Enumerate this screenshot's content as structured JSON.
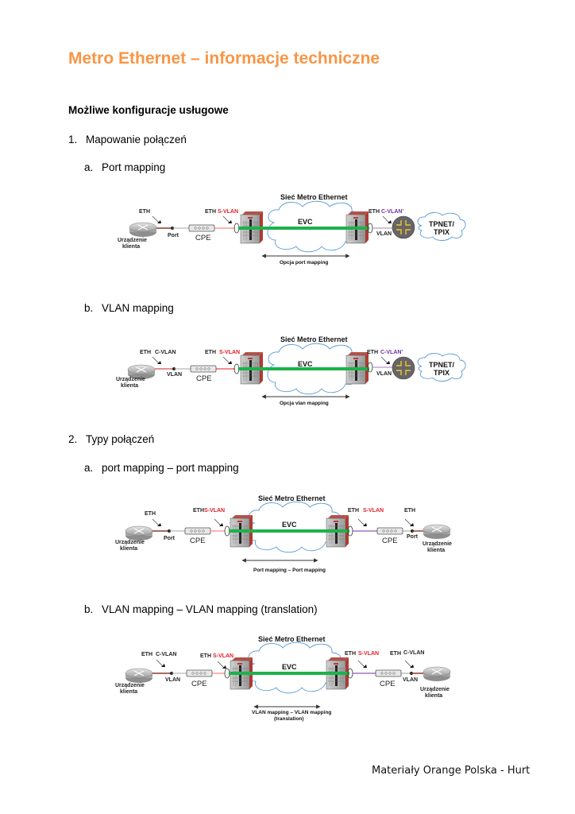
{
  "document": {
    "title": "Metro Ethernet – informacje techniczne",
    "subheading": "Możliwe konfiguracje usługowe",
    "footer": "Materiały Orange Polska - Hurt",
    "accent_color": "#f79646"
  },
  "sections": [
    {
      "number": "1.",
      "label": "Mapowanie połączeń",
      "subitems": [
        {
          "letter": "a.",
          "label": "Port mapping",
          "diagram": {
            "network_title": "Sieć Metro Ethernet",
            "evc": "EVC",
            "left_device": "Urządzenie klienta",
            "left_device_line1": "Urządzenie",
            "left_device_line2": "klienta",
            "left_tag_eth": "ETH",
            "left_tag_vlan": "",
            "left_link": "Port",
            "cpe": "CPE",
            "svlan_eth": "ETH",
            "svlan": "S-VLAN",
            "right_eth": "ETH",
            "right_vlan": "C-VLAN'",
            "right_link": "VLAN",
            "cloud_line1": "TPNET/",
            "cloud_line2": "TPIX",
            "caption": "Opcja port mapping"
          }
        },
        {
          "letter": "b.",
          "label": "VLAN mapping",
          "diagram": {
            "network_title": "Sieć Metro Ethernet",
            "evc": "EVC",
            "left_device_line1": "Urządzenie",
            "left_device_line2": "klienta",
            "left_tag_eth": "ETH",
            "left_tag_vlan": "C-VLAN",
            "left_link": "VLAN",
            "cpe": "CPE",
            "svlan_eth": "ETH",
            "svlan": "S-VLAN",
            "right_eth": "ETH",
            "right_vlan": "C-VLAN'",
            "right_link": "VLAN",
            "cloud_line1": "TPNET/",
            "cloud_line2": "TPIX",
            "caption": "Opcja vlan mapping"
          }
        }
      ]
    },
    {
      "number": "2.",
      "label": "Typy połączeń",
      "subitems": [
        {
          "letter": "a.",
          "label": "port mapping – port mapping",
          "diagram": {
            "network_title": "Sieć Metro Ethernet",
            "evc": "EVC",
            "left_device_line1": "Urządzenie",
            "left_device_line2": "klienta",
            "left_tag_eth": "ETH",
            "left_tag_vlan": "",
            "left_link": "Port",
            "cpe": "CPE",
            "svlan_eth": "ETH",
            "svlan": "S-VLAN",
            "right_svlan_eth": "ETH",
            "right_svlan": "S-VLAN",
            "right_cpe": "CPE",
            "right_tag_eth": "ETH",
            "right_tag_vlan": "",
            "right_link": "Port",
            "right_device_line1": "Urządzenie",
            "right_device_line2": "klienta",
            "caption": "Port mapping – Port mapping"
          }
        },
        {
          "letter": "b.",
          "label": "VLAN mapping – VLAN mapping (translation)",
          "diagram": {
            "network_title": "Sieć Metro Ethernet",
            "evc": "EVC",
            "left_device_line1": "Urządzenie",
            "left_device_line2": "klienta",
            "left_tag_eth": "ETH",
            "left_tag_vlan": "C-VLAN",
            "left_link": "VLAN",
            "cpe": "CPE",
            "svlan_eth": "ETH",
            "svlan": "S-VLAN",
            "right_svlan_eth": "ETH",
            "right_svlan": "S-VLAN",
            "right_cpe": "CPE",
            "right_tag_eth": "ETH",
            "right_tag_vlan": "C-VLAN",
            "right_link": "VLAN",
            "right_device_line1": "Urządzenie",
            "right_device_line2": "klienta",
            "caption_line1": "VLAN mapping – VLAN mapping",
            "caption_line2": "(translation)"
          }
        }
      ]
    }
  ]
}
